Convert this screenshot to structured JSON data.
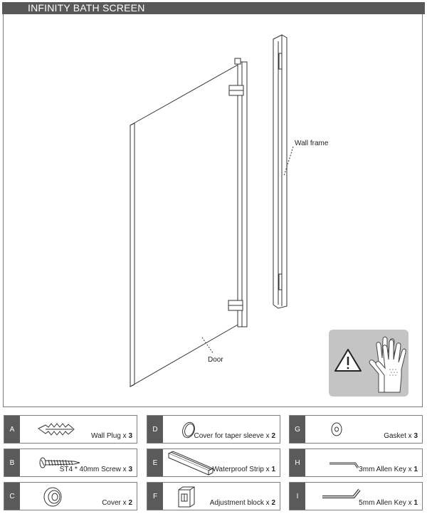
{
  "header": {
    "title": "INFINITY BATH SCREEN"
  },
  "diagram": {
    "door_label": "Door",
    "wall_frame_label": "Wall frame"
  },
  "warning": {
    "icons": [
      "warning-triangle-icon",
      "gloves-icon"
    ]
  },
  "parts": [
    {
      "letter": "A",
      "name": "Wall Plug",
      "sep": " x ",
      "qty": "3",
      "icon": "wall-plug-icon"
    },
    {
      "letter": "B",
      "name": "ST4 * 40mm Screw",
      "sep": " x ",
      "qty": "3",
      "icon": "screw-icon"
    },
    {
      "letter": "C",
      "name": "Cover",
      "sep": " x ",
      "qty": "2",
      "icon": "cover-icon"
    },
    {
      "letter": "D",
      "name": "Cover for taper sleeve",
      "sep": " x ",
      "qty": "2",
      "icon": "taper-sleeve-cover-icon"
    },
    {
      "letter": "E",
      "name": "Waterproof Strip",
      "sep": " x ",
      "qty": "1",
      "icon": "waterproof-strip-icon"
    },
    {
      "letter": "F",
      "name": "Adjustment block",
      "sep": " x ",
      "qty": "2",
      "icon": "adjustment-block-icon"
    },
    {
      "letter": "G",
      "name": "Gasket",
      "sep": " x ",
      "qty": "3",
      "icon": "gasket-icon"
    },
    {
      "letter": "H",
      "name": "3mm Allen Key",
      "sep": " x ",
      "qty": "1",
      "icon": "allen-key-3mm-icon"
    },
    {
      "letter": "I",
      "name": "5mm Allen Key",
      "sep": " x ",
      "qty": "1",
      "icon": "allen-key-5mm-icon"
    }
  ]
}
